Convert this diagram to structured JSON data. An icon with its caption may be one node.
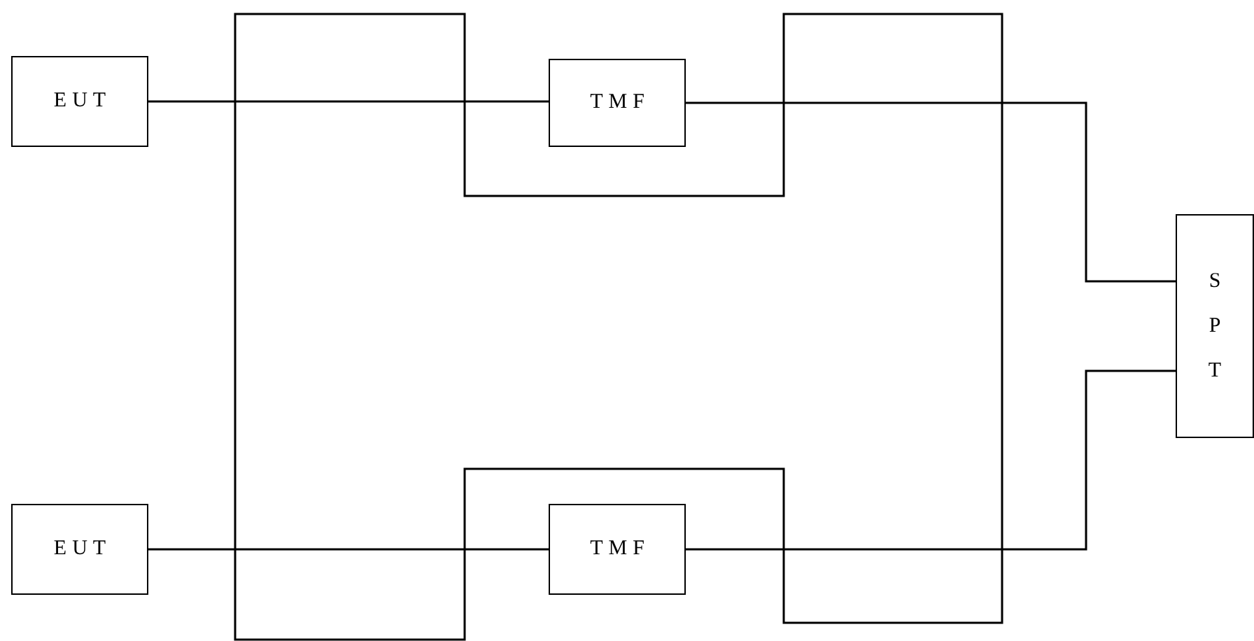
{
  "diagram": {
    "nodes": [
      {
        "text": [
          "EUT"
        ]
      },
      {
        "text": [
          "TMF"
        ]
      },
      {
        "text": [
          "EUT"
        ]
      },
      {
        "text": [
          "TMF"
        ]
      },
      {
        "text": [
          "SPT"
        ]
      }
    ],
    "edges": [
      {
        "from": 0,
        "to": 1,
        "arrow": "none"
      },
      {
        "from": 1,
        "to": 4,
        "arrow": "none"
      },
      {
        "from": 2,
        "to": 3,
        "arrow": "none"
      },
      {
        "from": 3,
        "to": 4,
        "arrow": "none"
      }
    ]
  }
}
